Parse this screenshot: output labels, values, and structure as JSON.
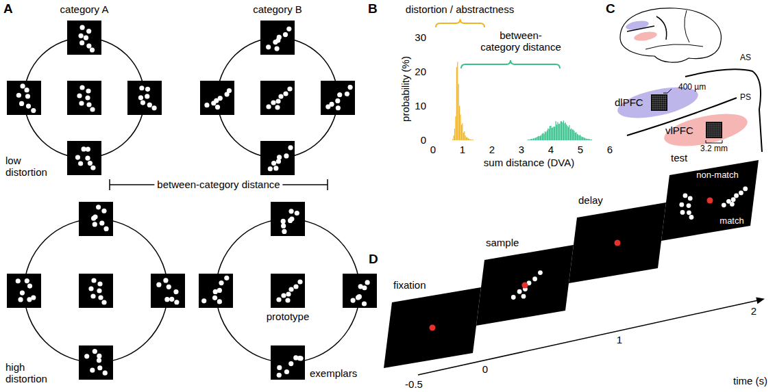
{
  "diagram": {
    "nodes": [
      {
        "text": [
          "dlPFC"
        ]
      },
      {
        "text": [
          "vlPFC"
        ]
      },
      {
        "text": [
          "fixation"
        ]
      },
      {
        "text": [
          "sample"
        ]
      },
      {
        "text": [
          "delay"
        ]
      },
      {
        "text": [
          "test",
          "non-match",
          "match"
        ]
      }
    ],
    "labels": [
      "A",
      "category A",
      "category B",
      "low distortion",
      "between-category distance",
      "high distortion",
      "prototype",
      "exemplars",
      "B",
      "distortion / abstractness",
      "between- category distance",
      "probability (%)",
      "30",
      "20",
      "10",
      "0",
      "0",
      "1",
      "2",
      "3",
      "4",
      "5",
      "6",
      "sum distance (DVA)",
      "C",
      "AS",
      "PS",
      "400 µm",
      "3.2 mm",
      "D",
      "-0.5",
      "0",
      "1",
      "2",
      "time (s)"
    ]
  }
}
